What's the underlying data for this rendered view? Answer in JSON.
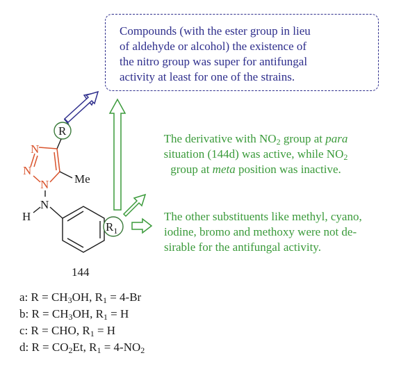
{
  "note_top": {
    "line1": "Compounds (with the ester group in lieu",
    "line2": "of aldehyde or alcohol) the existence of",
    "line3": "the nitro group was super for antifungal",
    "line4": "activity at least for one of the strains."
  },
  "note_middle": {
    "l1_a": "The derivative with NO",
    "l1_sub": "2",
    "l1_b": " group at ",
    "l1_em": "para",
    "l2_a": "situation (144d) was active, while NO",
    "l2_sub": "2",
    "l3_a": "group at ",
    "l3_em": "meta",
    "l3_b": " position was inactive."
  },
  "note_bottom": {
    "line1": "The other substituents like methyl, cyano,",
    "line2": "iodine, bromo and methoxy were not de-",
    "line3": "sirable for the antifungal activity."
  },
  "structure": {
    "r_label": "R",
    "r1_label": "R",
    "r1_sub": "1",
    "n1": "N",
    "n2": "N",
    "n3": "N",
    "n_amine": "N",
    "h_label": "H",
    "me_label": "Me",
    "compound_number": "144"
  },
  "variants": [
    {
      "pre": "a: R = CH",
      "s1": "3",
      "mid": "OH, R",
      "s2": "1",
      "post": " = 4-Br"
    },
    {
      "pre": "b: R = CH",
      "s1": "3",
      "mid": "OH, R",
      "s2": "1",
      "post": " = H"
    },
    {
      "pre": "c: R = CHO, R",
      "s1": "",
      "mid": "",
      "s2": "1",
      "post": " = H"
    },
    {
      "pre": "d: R = CO",
      "s1": "2",
      "mid": "Et, R",
      "s2": "1",
      "post": " = 4-NO",
      "s3": "2"
    }
  ],
  "colors": {
    "blue_note": "#2e2e8c",
    "green_note": "#3a9a3a",
    "triazole_red": "#d9532c",
    "bond_black": "#1a1a1a"
  }
}
